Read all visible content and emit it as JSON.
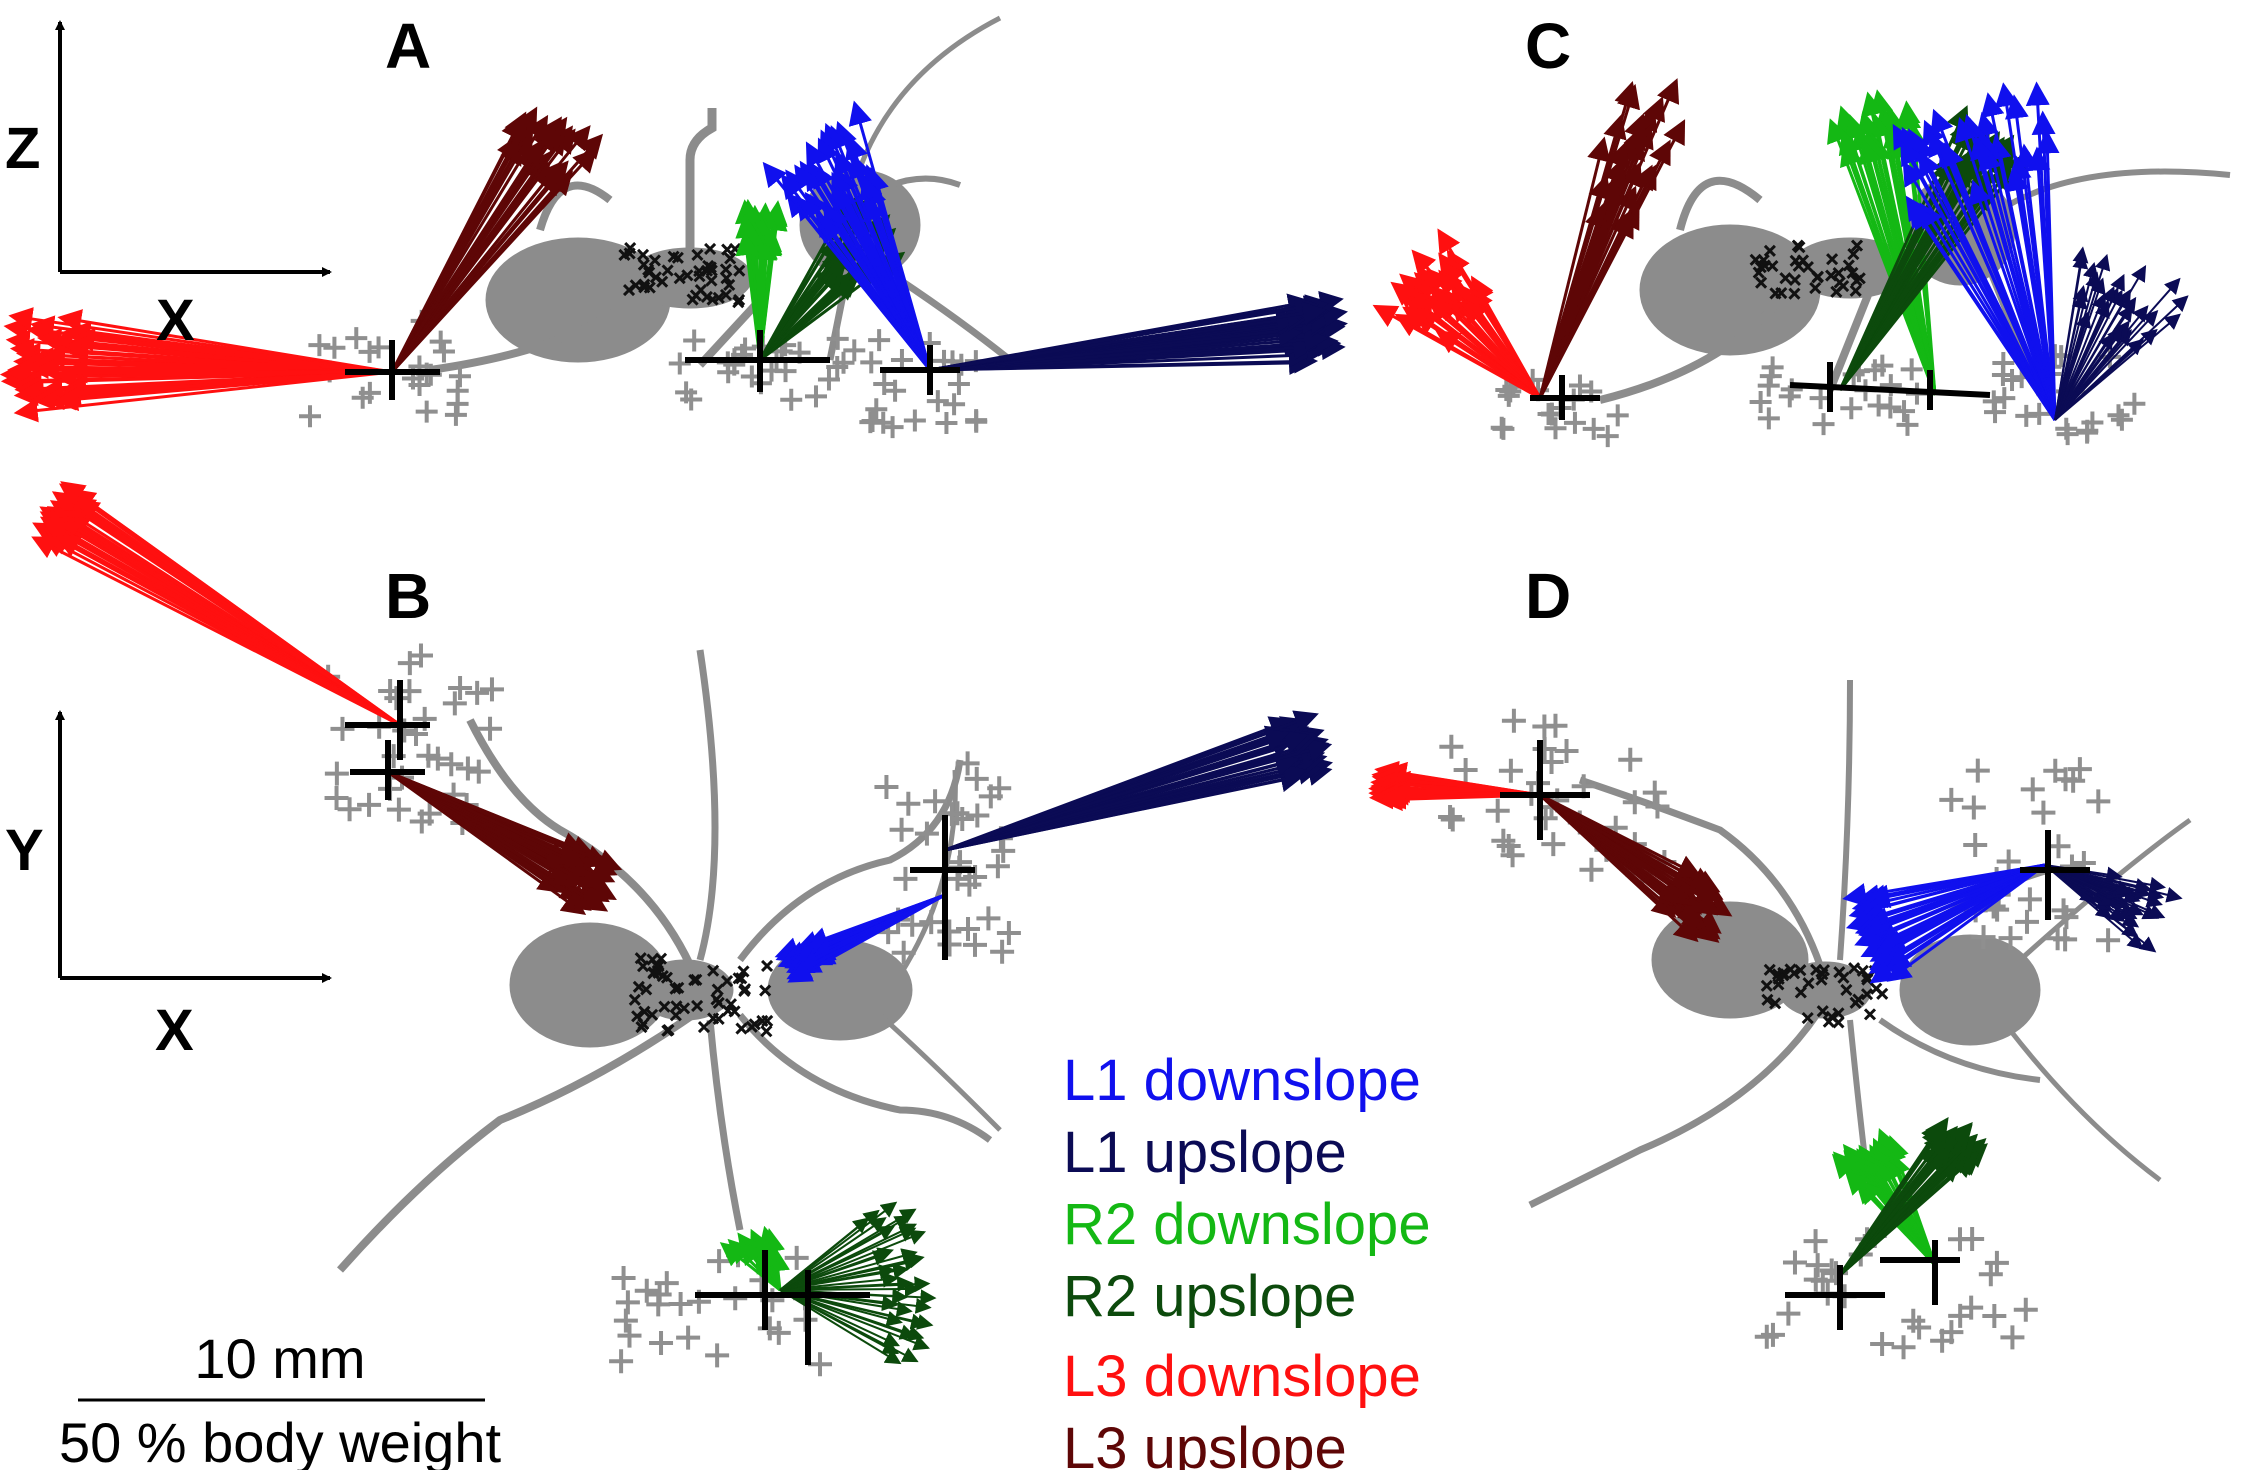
{
  "panels": [
    "A",
    "B",
    "C",
    "D"
  ],
  "axes": {
    "side": {
      "vertical": "Z",
      "horizontal": "X"
    },
    "top": {
      "vertical": "Y",
      "horizontal": "X"
    }
  },
  "legend": [
    {
      "text": "L1 downslope",
      "color": "#1010ee"
    },
    {
      "text": "L1 upslope",
      "color": "#0b0b55"
    },
    {
      "text": "R2 downslope",
      "color": "#14b814"
    },
    {
      "text": "R2 upslope",
      "color": "#0c4a0c"
    },
    {
      "text": "L3 downslope",
      "color": "#ff1010"
    },
    {
      "text": "L3 upslope",
      "color": "#5e0606"
    }
  ],
  "scale_bar": {
    "distance": "10 mm",
    "force": "50 % body weight"
  },
  "colors": {
    "body": "#8c8c8c",
    "marker": "#8f8f8f",
    "mean_cross": "#000000",
    "com_cloud": "#111111"
  },
  "icons": [
    "axis-arrow-icon",
    "plus-marker-icon",
    "force-arrow-icon",
    "ant-silhouette-icon"
  ]
}
